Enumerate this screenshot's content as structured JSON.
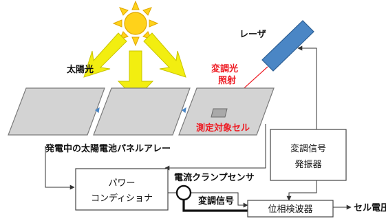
{
  "labels": {
    "sunlight": "太陽光",
    "laser": "レーザ",
    "modulated_light_1": "変調光",
    "modulated_light_2": "照射",
    "target_cell": "測定対象セル",
    "panel_array": "発電中の太陽電池パネルアレー",
    "current_clamp_sensor": "電流クランプセンサ",
    "modulation_signal": "変調信号",
    "cell_voltage": "セル電圧"
  },
  "boxes": {
    "power_conditioner_1": "パワー",
    "power_conditioner_2": "コンディショナ",
    "signal_oscillator_1": "変調信号",
    "signal_oscillator_2": "発振器",
    "phase_detector": "位相検波器"
  },
  "colors": {
    "sun": "#ffd21a",
    "sun_outline": "#e0a800",
    "sun_arrows": "#f2ee10",
    "panel_fill": "#d3d3d3",
    "laser_fill": "#4a86c5",
    "beam": "#ee1c24",
    "accent_text": "#ee1c24"
  }
}
